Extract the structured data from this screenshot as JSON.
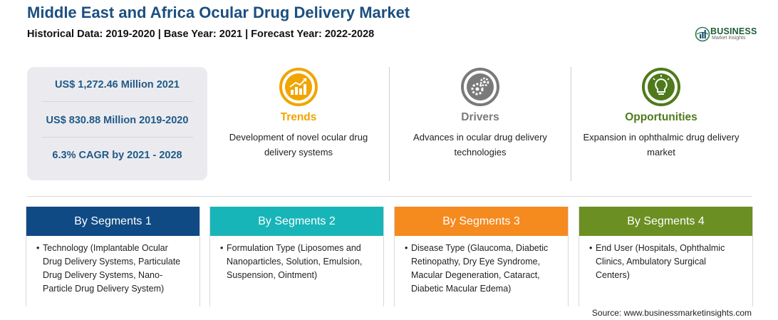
{
  "header": {
    "title": "Middle East and Africa Ocular Drug Delivery Market",
    "subtitle": "Historical Data: 2019-2020 | Base Year: 2021 | Forecast Year: 2022-2028"
  },
  "logo": {
    "word": "BUSINESS",
    "sub": "Market Insights",
    "icon": "globe-bars-logo"
  },
  "stats": [
    "US$ 1,272.46 Million 2021",
    "US$ 830.88 Million 2019-2020",
    "6.3% CAGR by 2021 - 2028"
  ],
  "features": [
    {
      "title": "Trends",
      "text": "Development of novel ocular drug delivery systems",
      "icon": "trending-chart-icon",
      "color": "#f0a500"
    },
    {
      "title": "Drivers",
      "text": "Advances in ocular drug delivery technologies",
      "icon": "gears-icon",
      "color": "#7a7a7a"
    },
    {
      "title": "Opportunities",
      "text": "Expansion in ophthalmic drug delivery market",
      "icon": "lightbulb-icon",
      "color": "#4f7a1c"
    }
  ],
  "segments": [
    {
      "title": "By Segments 1",
      "bullet": "Technology (Implantable Ocular Drug Delivery Systems, Particulate Drug Delivery Systems, Nano-Particle Drug Delivery System)",
      "color": "#0f4a84"
    },
    {
      "title": "By Segments 2",
      "bullet": "Formulation Type (Liposomes and Nanoparticles, Solution, Emulsion, Suspension, Ointment)",
      "color": "#17b5b8"
    },
    {
      "title": "By Segments 3",
      "bullet": "Disease Type (Glaucoma, Diabetic Retinopathy, Dry Eye Syndrome, Macular Degeneration, Cataract, Diabetic Macular Edema)",
      "color": "#f58a1f"
    },
    {
      "title": "By Segments 4",
      "bullet": "End User (Hospitals, Ophthalmic Clinics, Ambulatory Surgical Centers)",
      "color": "#6c8f23"
    }
  ],
  "source": "Source: www.businessmarketinsights.com"
}
